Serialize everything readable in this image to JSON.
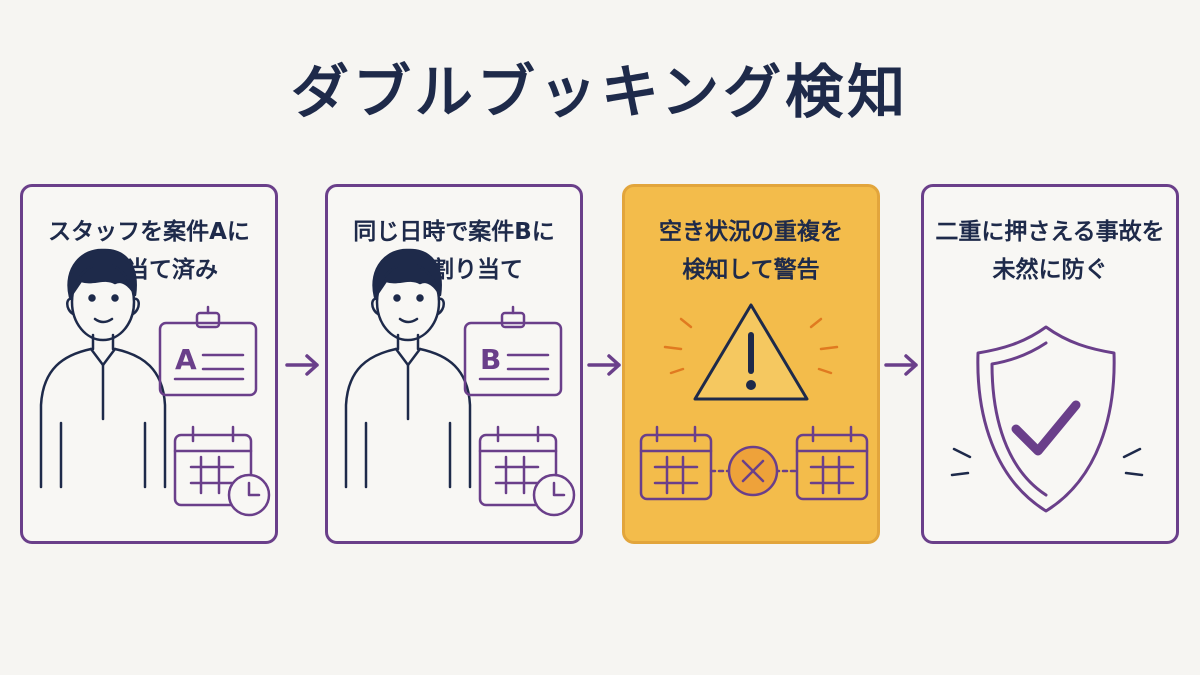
{
  "title": "ダブルブッキング検知",
  "steps": [
    {
      "line1": "スタッフを案件Aに",
      "line2": "割り当て済み",
      "letter": "A"
    },
    {
      "line1": "同じ日時で案件Bに",
      "line2": "再度割り当て",
      "letter": "B"
    },
    {
      "line1": "空き状況の重複を",
      "line2": "検知して警告"
    },
    {
      "line1": "二重に押さえる事故を",
      "line2": "未然に防ぐ"
    }
  ],
  "colors": {
    "border": "#6a3f8a",
    "highlight": "#f3bc4b",
    "text": "#1e2a4a"
  }
}
